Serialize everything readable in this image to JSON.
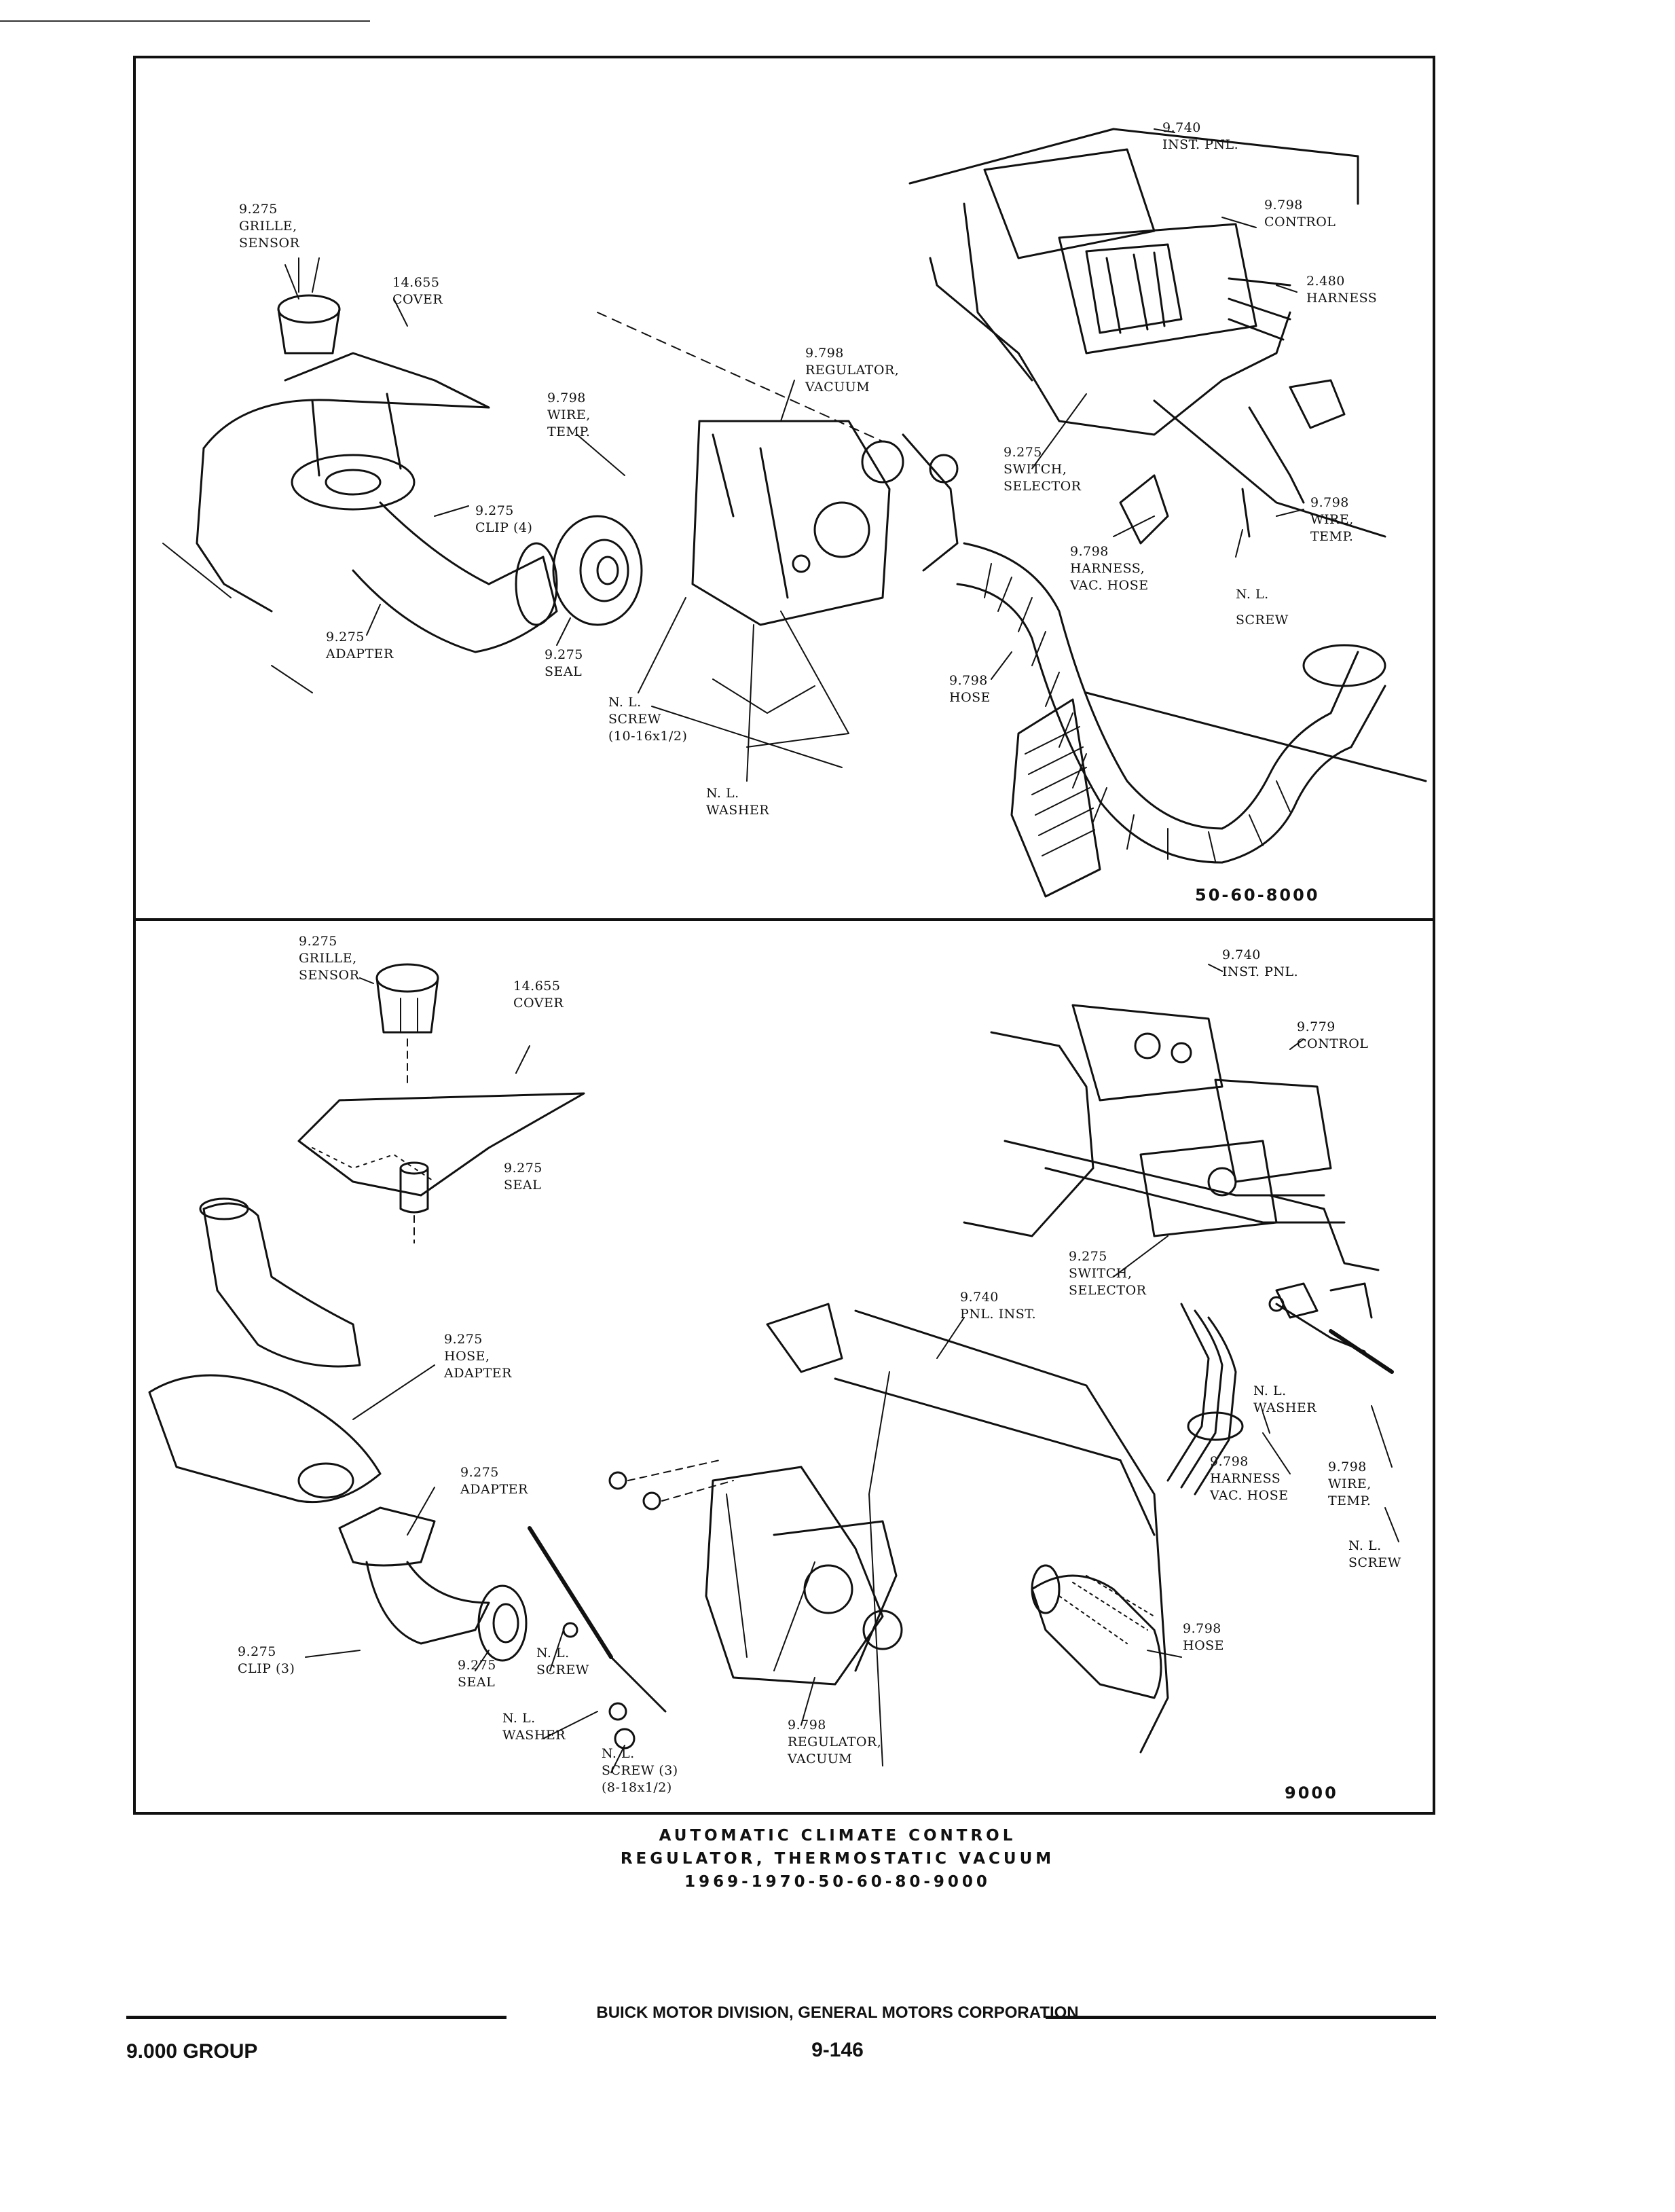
{
  "upper_figure": {
    "labels": {
      "inst_pnl": [
        "9.740",
        "INST. PNL."
      ],
      "control": [
        "9.798",
        "CONTROL"
      ],
      "harness": [
        "2.480",
        "HARNESS"
      ],
      "grille_sensor": [
        "9.275",
        "GRILLE,",
        "SENSOR"
      ],
      "cover": [
        "14.655",
        "COVER"
      ],
      "regulator_vacuum": [
        "9.798",
        "REGULATOR,",
        "VACUUM"
      ],
      "wire_temp_left": [
        "9.798",
        "WIRE,",
        "TEMP."
      ],
      "switch_selector": [
        "9.275",
        "SWITCH,",
        "SELECTOR"
      ],
      "clip": [
        "9.275",
        "CLIP (4)"
      ],
      "wire_temp_right": [
        "9.798",
        "WIRE,",
        "TEMP."
      ],
      "harness_vac_hose": [
        "9.798",
        "HARNESS,",
        "VAC. HOSE"
      ],
      "nl_screw_right": [
        "N. L.",
        "SCREW"
      ],
      "adapter": [
        "9.275",
        "ADAPTER"
      ],
      "seal": [
        "9.275",
        "SEAL"
      ],
      "nl_screw_center": [
        "N. L.",
        "SCREW",
        "(10-16x1/2)"
      ],
      "hose": [
        "9.798",
        "HOSE"
      ],
      "nl_washer": [
        "N. L.",
        "WASHER"
      ]
    },
    "figure_number": "50-60-8000"
  },
  "lower_figure": {
    "labels": {
      "grille_sensor": [
        "9.275",
        "GRILLE,",
        "SENSOR"
      ],
      "cover": [
        "14.655",
        "COVER"
      ],
      "inst_pnl": [
        "9.740",
        "INST. PNL."
      ],
      "control": [
        "9.779",
        "CONTROL"
      ],
      "seal_top": [
        "9.275",
        "SEAL"
      ],
      "switch_selector": [
        "9.275",
        "SWITCH,",
        "SELECTOR"
      ],
      "pnl_inst": [
        "9.740",
        "PNL. INST."
      ],
      "hose_adapter": [
        "9.275",
        "HOSE,",
        "ADAPTER"
      ],
      "nl_washer_right": [
        "N. L.",
        "WASHER"
      ],
      "adapter": [
        "9.275",
        "ADAPTER"
      ],
      "harness_vac_hose": [
        "9.798",
        "HARNESS",
        "VAC. HOSE"
      ],
      "wire_temp": [
        "9.798",
        "WIRE,",
        "TEMP."
      ],
      "nl_screw_right": [
        "N. L.",
        "SCREW"
      ],
      "hose": [
        "9.798",
        "HOSE"
      ],
      "clip": [
        "9.275",
        "CLIP (3)"
      ],
      "seal_bottom": [
        "9.275",
        "SEAL"
      ],
      "nl_screw_center": [
        "N. L.",
        "SCREW"
      ],
      "nl_washer_left": [
        "N. L.",
        "WASHER"
      ],
      "nl_screw_bottom": [
        "N. L.",
        "SCREW (3)",
        "(8-18x1/2)"
      ],
      "regulator_vacuum": [
        "9.798",
        "REGULATOR,",
        "VACUUM"
      ]
    },
    "figure_number": "9000"
  },
  "caption": {
    "line1": "AUTOMATIC CLIMATE CONTROL",
    "line2": "REGULATOR, THERMOSTATIC VACUUM",
    "line3": "1969-1970-50-60-80-9000"
  },
  "footer": {
    "division": "BUICK MOTOR DIVISION, GENERAL MOTORS CORPORATION",
    "group": "9.000 GROUP",
    "page": "9-146"
  }
}
